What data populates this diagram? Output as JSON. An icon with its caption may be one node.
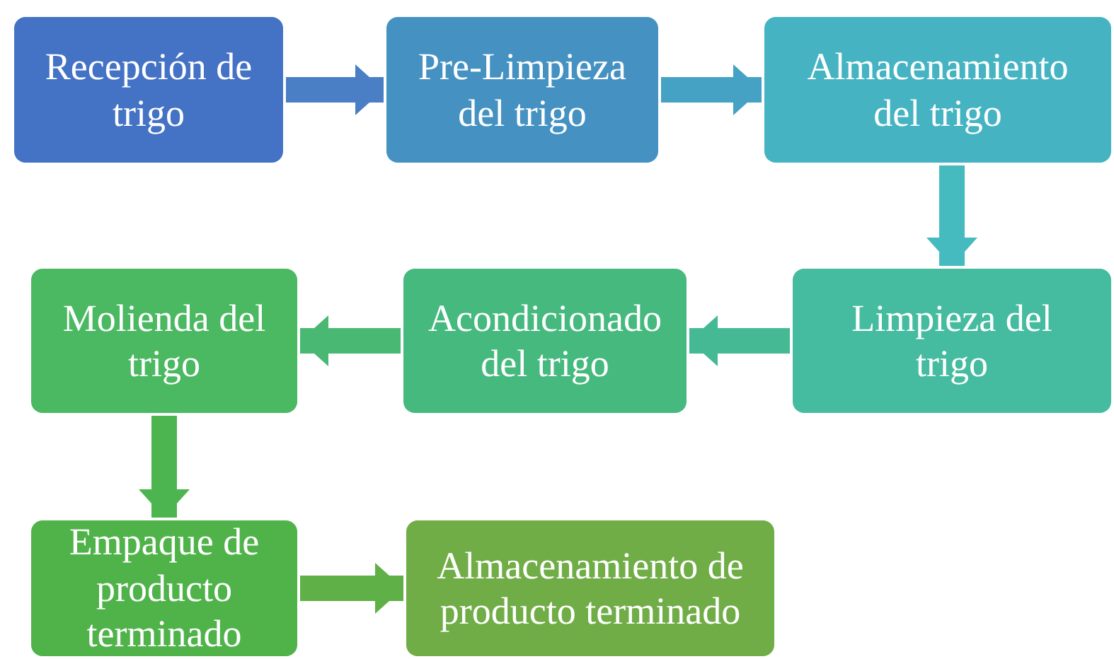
{
  "diagram": {
    "nodes": [
      {
        "text": [
          "Recepción de trigo"
        ]
      },
      {
        "text": [
          "Pre-Limpieza del trigo"
        ]
      },
      {
        "text": [
          "Almacenamiento del trigo"
        ]
      },
      {
        "text": [
          "Limpieza del trigo"
        ]
      },
      {
        "text": [
          "Acondicionado del trigo"
        ]
      },
      {
        "text": [
          "Molienda del trigo"
        ]
      },
      {
        "text": [
          "Empaque de producto terminado"
        ]
      },
      {
        "text": [
          "Almacenamiento de producto terminado"
        ]
      }
    ],
    "edges": [
      {
        "from": 0,
        "to": 1,
        "arrow": "to",
        "color": "#4a7fc6"
      },
      {
        "from": 1,
        "to": 2,
        "arrow": "to",
        "color": "#45a2c4"
      },
      {
        "from": 2,
        "to": 3,
        "arrow": "to",
        "color": "#45bbbf"
      },
      {
        "from": 3,
        "to": 4,
        "arrow": "to",
        "color": "#45b994"
      },
      {
        "from": 4,
        "to": 5,
        "arrow": "to",
        "color": "#48b873"
      },
      {
        "from": 5,
        "to": 6,
        "arrow": "to",
        "color": "#4db550"
      },
      {
        "from": 6,
        "to": 7,
        "arrow": "to",
        "color": "#60b048"
      }
    ]
  }
}
